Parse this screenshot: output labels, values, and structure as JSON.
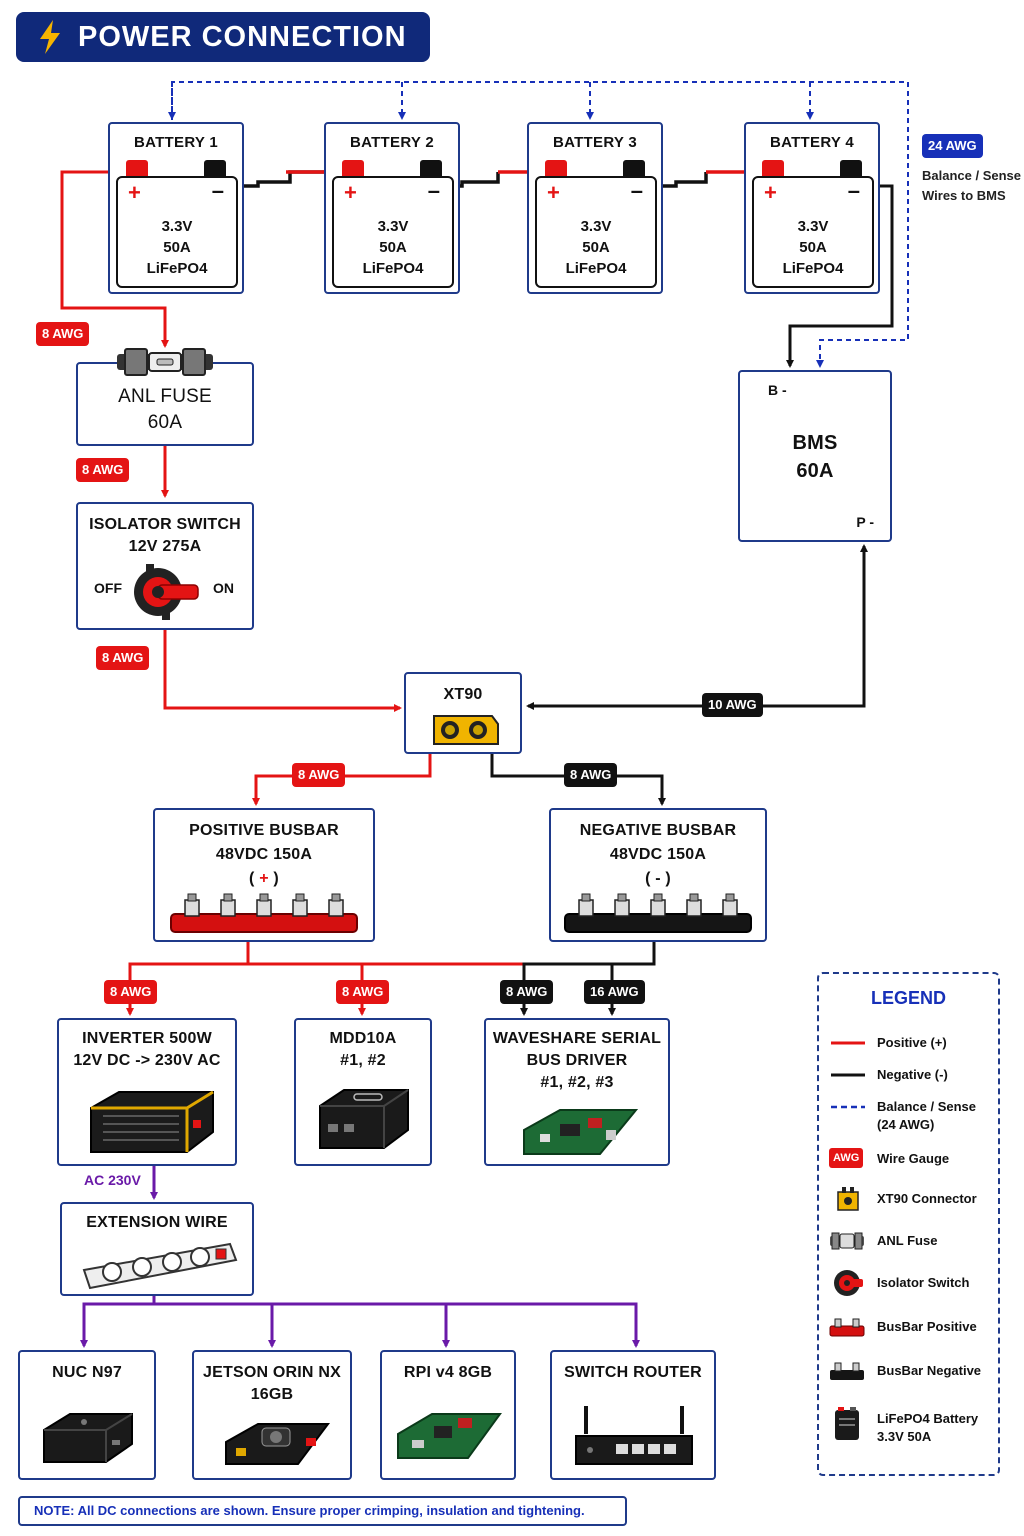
{
  "header": {
    "title": "POWER CONNECTION",
    "bg_color": "#10297a"
  },
  "colors": {
    "positive": "#e41414",
    "negative": "#111111",
    "balance": "#1730b8",
    "ac": "#6a1aa8",
    "box_border": "#1f3a8a"
  },
  "batteries": [
    {
      "title": "BATTERY 1",
      "voltage": "3.3V",
      "capacity": "50A",
      "chem": "LiFePO4"
    },
    {
      "title": "BATTERY 2",
      "voltage": "3.3V",
      "capacity": "50A",
      "chem": "LiFePO4"
    },
    {
      "title": "BATTERY 3",
      "voltage": "3.3V",
      "capacity": "50A",
      "chem": "LiFePO4"
    },
    {
      "title": "BATTERY 4",
      "voltage": "3.3V",
      "capacity": "50A",
      "chem": "LiFePO4"
    }
  ],
  "balance_note": {
    "tag": "24 AWG",
    "line1": "Balance / Sense",
    "line2": "Wires to BMS"
  },
  "anl_fuse": {
    "line1": "ANL FUSE",
    "line2": "60A"
  },
  "isolator": {
    "line1": "ISOLATOR SWITCH",
    "line2": "12V 275A",
    "off": "OFF",
    "on": "ON"
  },
  "bms": {
    "b_minus": "B -",
    "line1": "BMS",
    "line2": "60A",
    "p_minus": "P -"
  },
  "xt90": {
    "label": "XT90"
  },
  "pos_busbar": {
    "line1": "POSITIVE BUSBAR",
    "line2": "48VDC 150A",
    "sign_open": "( ",
    "sign": "+",
    "sign_close": " )"
  },
  "neg_busbar": {
    "line1": "NEGATIVE BUSBAR",
    "line2": "48VDC 150A",
    "sign": "( - )"
  },
  "inverter": {
    "line1": "INVERTER 500W",
    "line2": "12V DC -> 230V AC"
  },
  "mdd10a": {
    "line1": "MDD10A",
    "line2": "#1, #2"
  },
  "waveshare": {
    "line1": "WAVESHARE SERIAL",
    "line2": "BUS DRIVER",
    "line3": "#1, #2, #3"
  },
  "extension": {
    "label": "EXTENSION WIRE",
    "ac_label": "AC 230V"
  },
  "loads": [
    {
      "line1": "NUC N97",
      "line2": ""
    },
    {
      "line1": "JETSON ORIN NX",
      "line2": "16GB"
    },
    {
      "line1": "RPI v4 8GB",
      "line2": ""
    },
    {
      "line1": "SWITCH ROUTER",
      "line2": ""
    }
  ],
  "wire_tags": {
    "bat_to_fuse": "8 AWG",
    "fuse_to_iso": "8 AWG",
    "iso_to_xt90": "8 AWG",
    "bms_to_xt90": "10 AWG",
    "xt90_to_pos": "8 AWG",
    "xt90_to_neg": "8 AWG",
    "pos_to_inverter": "8 AWG",
    "pos_to_mdd": "8 AWG",
    "neg_to_mdd": "8 AWG",
    "neg_to_waveshare": "16 AWG"
  },
  "legend": {
    "title": "LEGEND",
    "items": [
      {
        "icon": "red-line",
        "label": "Positive (+)"
      },
      {
        "icon": "black-line",
        "label": "Negative (-)"
      },
      {
        "icon": "blue-dashed-line",
        "label": "Balance / Sense",
        "label2": "(24 AWG)"
      },
      {
        "icon": "awg-tag",
        "tag": "AWG",
        "label": "Wire Gauge"
      },
      {
        "icon": "xt90-icon",
        "label": "XT90 Connector"
      },
      {
        "icon": "anl-fuse-icon",
        "label": "ANL Fuse"
      },
      {
        "icon": "isolator-switch-icon",
        "label": "Isolator Switch"
      },
      {
        "icon": "busbar-positive-icon",
        "label": "BusBar Positive"
      },
      {
        "icon": "busbar-negative-icon",
        "label": "BusBar Negative"
      },
      {
        "icon": "battery-icon",
        "label": "LiFePO4 Battery",
        "label2": "3.3V 50A"
      }
    ]
  },
  "note": "NOTE: All DC connections are shown. Ensure proper crimping, insulation and tightening."
}
